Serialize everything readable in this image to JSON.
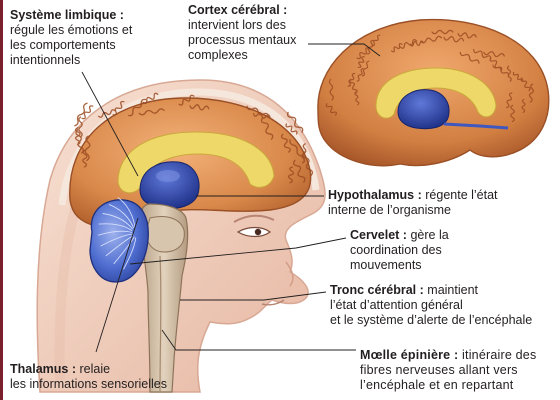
{
  "labels": {
    "limbic": {
      "title": "Système limbique :",
      "lines": [
        "régule les émotions et",
        "les comportements",
        "intentionnels"
      ]
    },
    "cortex": {
      "title": "Cortex cérébral :",
      "lines": [
        "intervient lors des",
        "processus mentaux",
        "complexes"
      ]
    },
    "hypothalamus": {
      "title": "Hypothalamus :",
      "inline": "régente l’état",
      "lines": [
        "interne de l’organisme"
      ]
    },
    "cervelet": {
      "title": "Cervelet :",
      "inline": "gère la",
      "lines": [
        "coordination des",
        "mouvements"
      ]
    },
    "tronc": {
      "title": "Tronc cérébral :",
      "inline": "maintient",
      "lines": [
        "l’état d’attention général",
        "et le système d’alerte de l’encéphale"
      ]
    },
    "thalamus": {
      "title": "Thalamus :",
      "inline": "relaie",
      "lines": [
        "les informations sensorielles"
      ]
    },
    "moelle": {
      "title": "Mœlle épinière :",
      "inline": "itinéraire des",
      "lines": [
        "fibres nerveuses allant vers",
        "l’encéphale et en repartant"
      ]
    }
  },
  "colors": {
    "cortex": "#d9894a",
    "cortex_dark": "#a4522a",
    "limbic": "#efd86a",
    "thalamus": "#2f48a8",
    "cerebellum": "#4f6ed0",
    "skin": "#f2d2c0",
    "skin_dark": "#d8a894",
    "stem": "#c9b59e",
    "accent_bar": "#7a1f2b",
    "leader": "#231f20"
  }
}
